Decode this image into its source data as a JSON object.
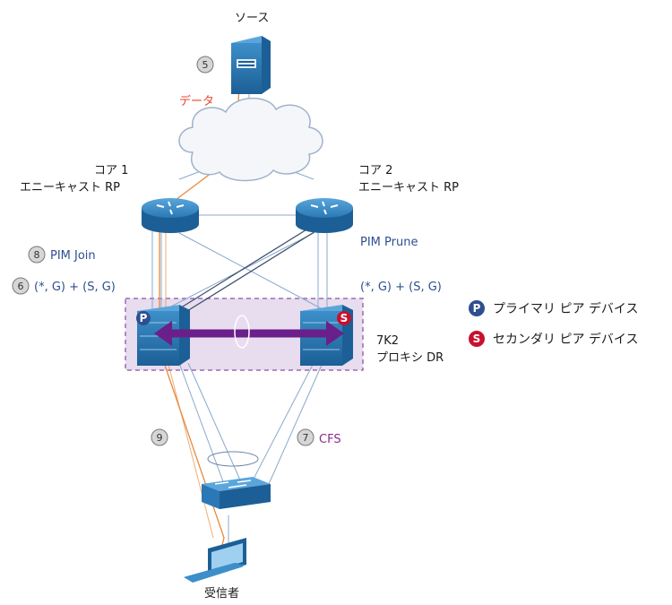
{
  "nodes": {
    "source": "ソース",
    "core1": [
      "コア 1",
      "エニーキャスト RP"
    ],
    "core2": [
      "コア 2",
      "エニーキャスト RP"
    ],
    "proxy": [
      "7K2",
      "プロキシ DR"
    ],
    "receiver": "受信者"
  },
  "labels": {
    "data": "データ",
    "pim_join": "PIM Join",
    "pim_prune": "PIM Prune",
    "groups_left": "(*, G) + (S, G)",
    "groups_right": "(*, G) + (S, G)",
    "cfs": "CFS"
  },
  "steps": [
    "5",
    "8",
    "6",
    "9",
    "7"
  ],
  "legend": [
    {
      "letter": "P",
      "text": "プライマリ ピア デバイス",
      "color": "#2e4f8f"
    },
    {
      "letter": "S",
      "text": "セカンダリ ピア デバイス",
      "color": "#c8102e"
    }
  ],
  "badges": {
    "primary": "P",
    "secondary": "S"
  }
}
